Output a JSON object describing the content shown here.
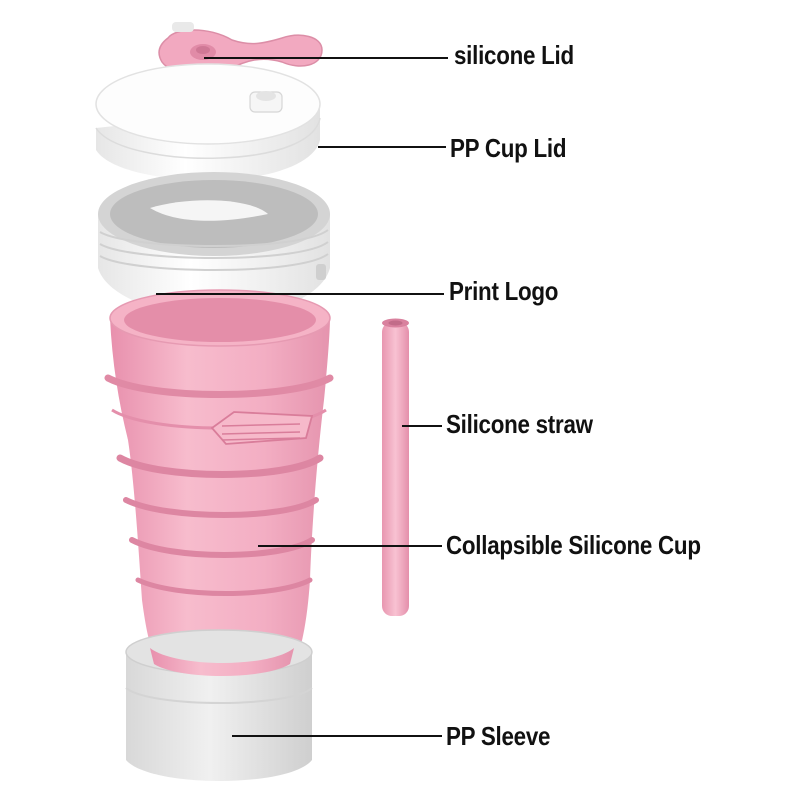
{
  "diagram": {
    "labels": {
      "silicone_lid": "silicone Lid",
      "pp_cup_lid": "PP Cup Lid",
      "print_logo": "Print Logo",
      "silicone_straw": "Silicone straw",
      "collapsible_cup": "Collapsible Silicone Cup",
      "pp_sleeve": "PP Sleeve"
    },
    "colors": {
      "pink": "#f1a8bf",
      "pink_dark": "#d98aa3",
      "white_part": "#f3f3f3",
      "gray_part": "#c9c9c9",
      "leader_line": "#111111"
    }
  }
}
